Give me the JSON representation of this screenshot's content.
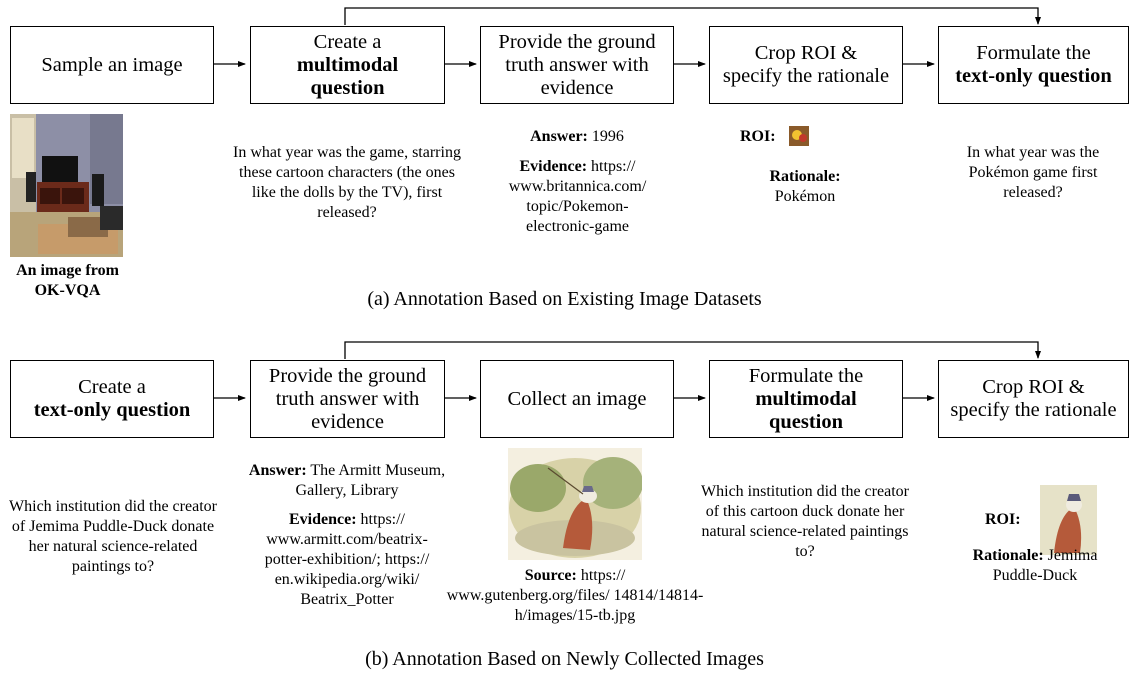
{
  "panel_a": {
    "steps": [
      {
        "lines": [
          {
            "text": "Sample an image",
            "bold": false
          }
        ]
      },
      {
        "lines": [
          {
            "text": "Create a",
            "bold": false
          },
          {
            "text": "multimodal",
            "bold": true
          },
          {
            "text": "question",
            "bold": true
          }
        ]
      },
      {
        "lines": [
          {
            "text": "Provide the ground",
            "bold": false
          },
          {
            "text": "truth answer with",
            "bold": false
          },
          {
            "text": "evidence",
            "bold": false
          }
        ]
      },
      {
        "lines": [
          {
            "text": "Crop ROI &",
            "bold": false
          },
          {
            "text": "specify the rationale",
            "bold": false
          }
        ]
      },
      {
        "lines": [
          {
            "text": "Formulate the",
            "bold": false
          },
          {
            "text": "text-only question",
            "bold": true
          }
        ]
      }
    ],
    "image_caption": "An image from OK-VQA",
    "question": "In what year was the game, starring these cartoon characters (the ones like the dolls by the TV), first released?",
    "answer_label": "Answer:",
    "answer_value": "1996",
    "evidence_label": "Evidence:",
    "evidence_value": "https:// www.britannica.com/ topic/Pokemon-electronic-game",
    "roi_label": "ROI:",
    "rationale_label": "Rationale:",
    "rationale_value": "Pokémon",
    "text_question": "In what year was the Pokémon game first released?",
    "caption": "(a) Annotation Based on Existing Image Datasets"
  },
  "panel_b": {
    "steps": [
      {
        "lines": [
          {
            "text": "Create a",
            "bold": false
          },
          {
            "text": "text-only question",
            "bold": true
          }
        ]
      },
      {
        "lines": [
          {
            "text": "Provide the ground",
            "bold": false
          },
          {
            "text": "truth answer with",
            "bold": false
          },
          {
            "text": "evidence",
            "bold": false
          }
        ]
      },
      {
        "lines": [
          {
            "text": "Collect an image",
            "bold": false
          }
        ]
      },
      {
        "lines": [
          {
            "text": "Formulate the",
            "bold": false
          },
          {
            "text": "multimodal",
            "bold": true
          },
          {
            "text": "question",
            "bold": true
          }
        ]
      },
      {
        "lines": [
          {
            "text": "Crop ROI &",
            "bold": false
          },
          {
            "text": "specify the rationale",
            "bold": false
          }
        ]
      }
    ],
    "text_question": "Which institution did the creator of Jemima Puddle-Duck donate her natural science-related paintings to?",
    "answer_label": "Answer:",
    "answer_value": "The Armitt Museum, Gallery, Library",
    "evidence_label": "Evidence:",
    "evidence_value": "https:// www.armitt.com/beatrix-potter-exhibition/; https:// en.wikipedia.org/wiki/ Beatrix_Potter",
    "source_label": "Source:",
    "source_value": "https:// www.gutenberg.org/files/ 14814/14814-h/images/15-tb.jpg",
    "mm_question": "Which institution did the creator of this cartoon duck donate her natural science-related paintings to?",
    "roi_label": "ROI:",
    "rationale_label": "Rationale:",
    "rationale_value": "Jemima Puddle-Duck",
    "caption": "(b) Annotation Based on Newly Collected Images"
  }
}
